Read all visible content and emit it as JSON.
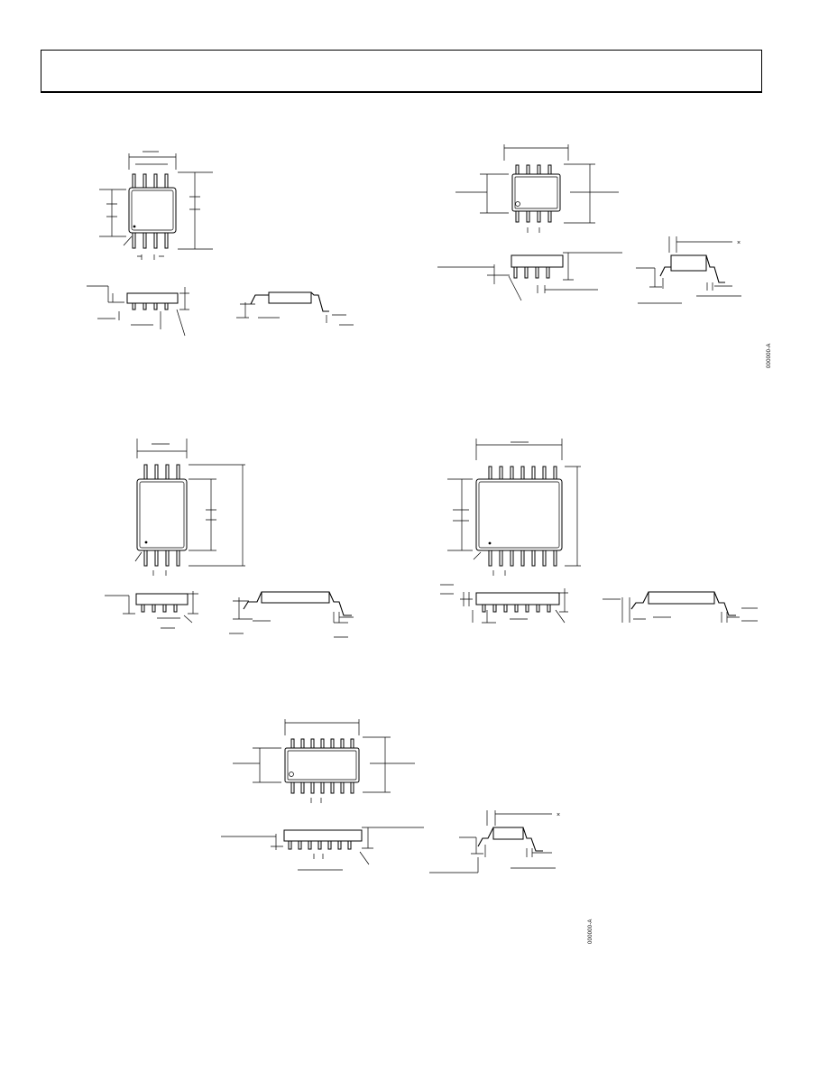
{
  "figures": [
    {
      "id": "figure-1",
      "code": ""
    },
    {
      "id": "figure-2",
      "code": "000000-A"
    },
    {
      "id": "figure-3",
      "code": ""
    },
    {
      "id": "figure-4",
      "code": ""
    },
    {
      "id": "figure-5",
      "code": "000000-A"
    }
  ],
  "marks": {
    "x_mark": "×"
  }
}
